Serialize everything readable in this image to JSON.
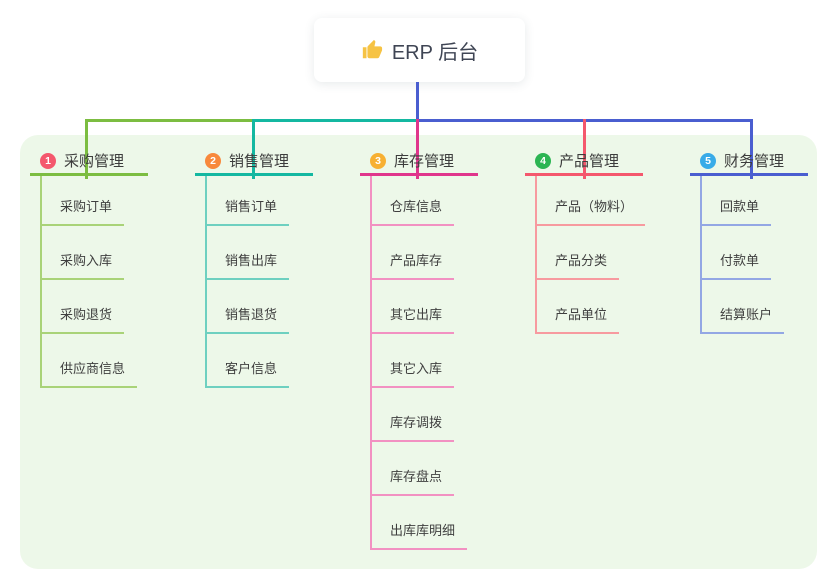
{
  "root": {
    "title": "ERP 后台",
    "icon": "thumbs-up-icon"
  },
  "colors": {
    "panel_bg": "#edf8e9",
    "card_bg": "#ffffff",
    "title_color": "#3f4554",
    "root_stem": "#4a5ed0"
  },
  "branches": [
    {
      "badge": "1",
      "label": "采购管理",
      "color": "#7cbd41",
      "light": "#a9d378",
      "badge_color": "#f4586d",
      "children": [
        "采购订单",
        "采购入库",
        "采购退货",
        "供应商信息"
      ]
    },
    {
      "badge": "2",
      "label": "销售管理",
      "color": "#14b8a1",
      "light": "#6ed0c0",
      "badge_color": "#f8893c",
      "children": [
        "销售订单",
        "销售出库",
        "销售退货",
        "客户信息"
      ]
    },
    {
      "badge": "3",
      "label": "库存管理",
      "color": "#e0368c",
      "light": "#f291c2",
      "badge_color": "#f7b032",
      "children": [
        "仓库信息",
        "产品库存",
        "其它出库",
        "其它入库",
        "库存调拨",
        "库存盘点",
        "出库库明细"
      ]
    },
    {
      "badge": "4",
      "label": "产品管理",
      "color": "#f4586d",
      "light": "#f79a9f",
      "badge_color": "#2cb553",
      "children": [
        "产品（物料）",
        "产品分类",
        "产品单位"
      ]
    },
    {
      "badge": "5",
      "label": "财务管理",
      "color": "#4a5ed0",
      "light": "#93a7e4",
      "badge_color": "#38abe8",
      "children": [
        "回款单",
        "付款单",
        "结算账户"
      ]
    }
  ]
}
